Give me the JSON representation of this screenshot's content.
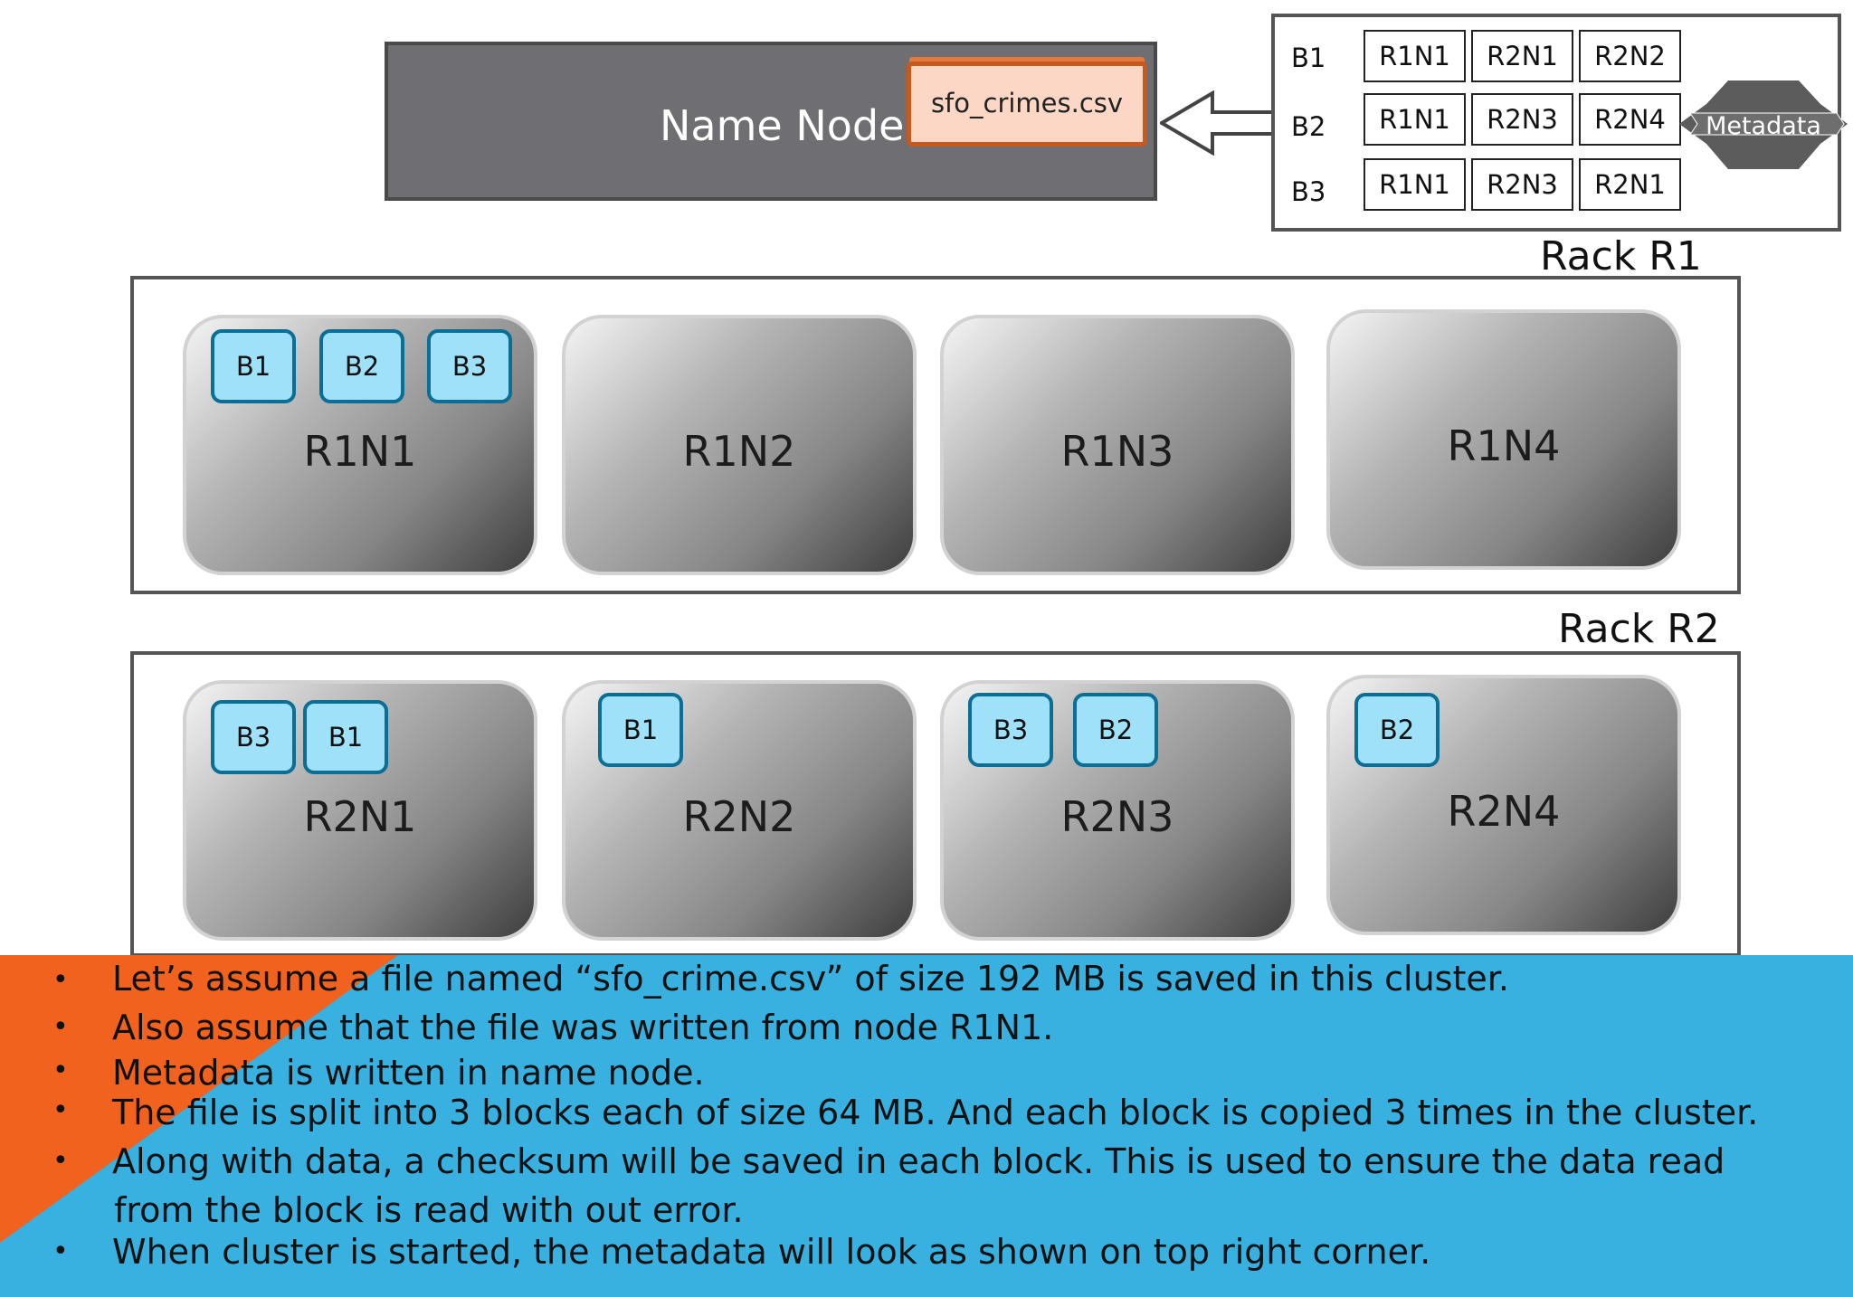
{
  "name_node": {
    "label": "Name Node",
    "file_name": "sfo_crimes.csv"
  },
  "metadata": {
    "tag_label": "Metadata",
    "rows": [
      {
        "block": "B1",
        "nodes": [
          "R1N1",
          "R2N1",
          "R2N2"
        ]
      },
      {
        "block": "B2",
        "nodes": [
          "R1N1",
          "R2N3",
          "R2N4"
        ]
      },
      {
        "block": "B3",
        "nodes": [
          "R1N1",
          "R2N3",
          "R2N1"
        ]
      }
    ]
  },
  "racks": [
    {
      "label": "Rack R1",
      "nodes": [
        {
          "label": "R1N1",
          "blocks": [
            "B1",
            "B2",
            "B3"
          ]
        },
        {
          "label": "R1N2",
          "blocks": []
        },
        {
          "label": "R1N3",
          "blocks": []
        },
        {
          "label": "R1N4",
          "blocks": []
        }
      ]
    },
    {
      "label": "Rack R2",
      "nodes": [
        {
          "label": "R2N1",
          "blocks": [
            "B3",
            "B1"
          ]
        },
        {
          "label": "R2N2",
          "blocks": [
            "B1"
          ]
        },
        {
          "label": "R2N3",
          "blocks": [
            "B3",
            "B2"
          ]
        },
        {
          "label": "R2N4",
          "blocks": [
            "B2"
          ]
        }
      ]
    }
  ],
  "notes": [
    "Let’s assume a file named “sfo_crime.csv” of size 192 MB is saved in this cluster.",
    "Also assume that the file was written from node R1N1.",
    "Metadata is written in name node.",
    "The file is split into 3 blocks each of size 64 MB. And each block is copied 3 times in the cluster.",
    "Along with data, a checksum will be saved in each block. This is used to ensure the data read",
    "from the block is read with out error.",
    "When cluster is started, the metadata will look as shown on top right corner."
  ],
  "colors": {
    "orange_accent": "#f0621d",
    "blue_band": "#38b0e0",
    "block_fill": "#9ee1f8",
    "block_border": "#0c6d95",
    "name_node_fill": "#6f6f73",
    "file_card_border": "#c65a1e"
  }
}
